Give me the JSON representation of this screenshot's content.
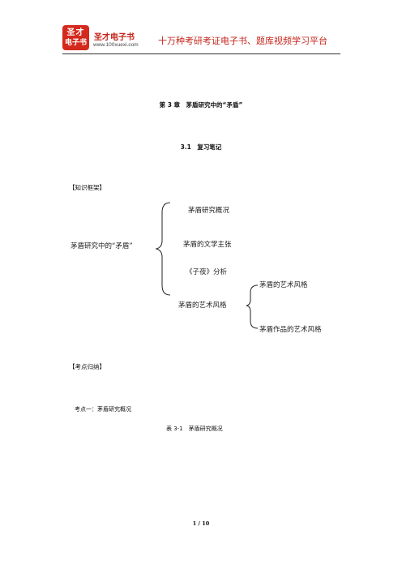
{
  "header": {
    "logo_line1": "圣才",
    "logo_line2": "电子书",
    "brand_name": "圣才电子书",
    "brand_url": "www.100xuexi.com",
    "slogan": "十万种考研考证电子书、题库视频学习平台"
  },
  "document": {
    "chapter_title": "第 3 章　茅盾研究中的“矛盾”",
    "section_title": "3.1　复习笔记",
    "framework_label": "【知识框架】",
    "mindmap": {
      "root": "茅盾研究中的“矛盾”",
      "branches": [
        "茅盾研究概况",
        "茅盾的文学主张",
        "《子夜》分析",
        "茅盾的艺术风格"
      ],
      "sub_branches": [
        "茅盾的艺术风格",
        "茅盾作品的艺术风格"
      ]
    },
    "exam_points_label": "【考点归纳】",
    "point_one": "考点一：茅盾研究概况",
    "table_caption": "表 3-1　茅盾研究概况",
    "page_number": "1 / 10"
  }
}
